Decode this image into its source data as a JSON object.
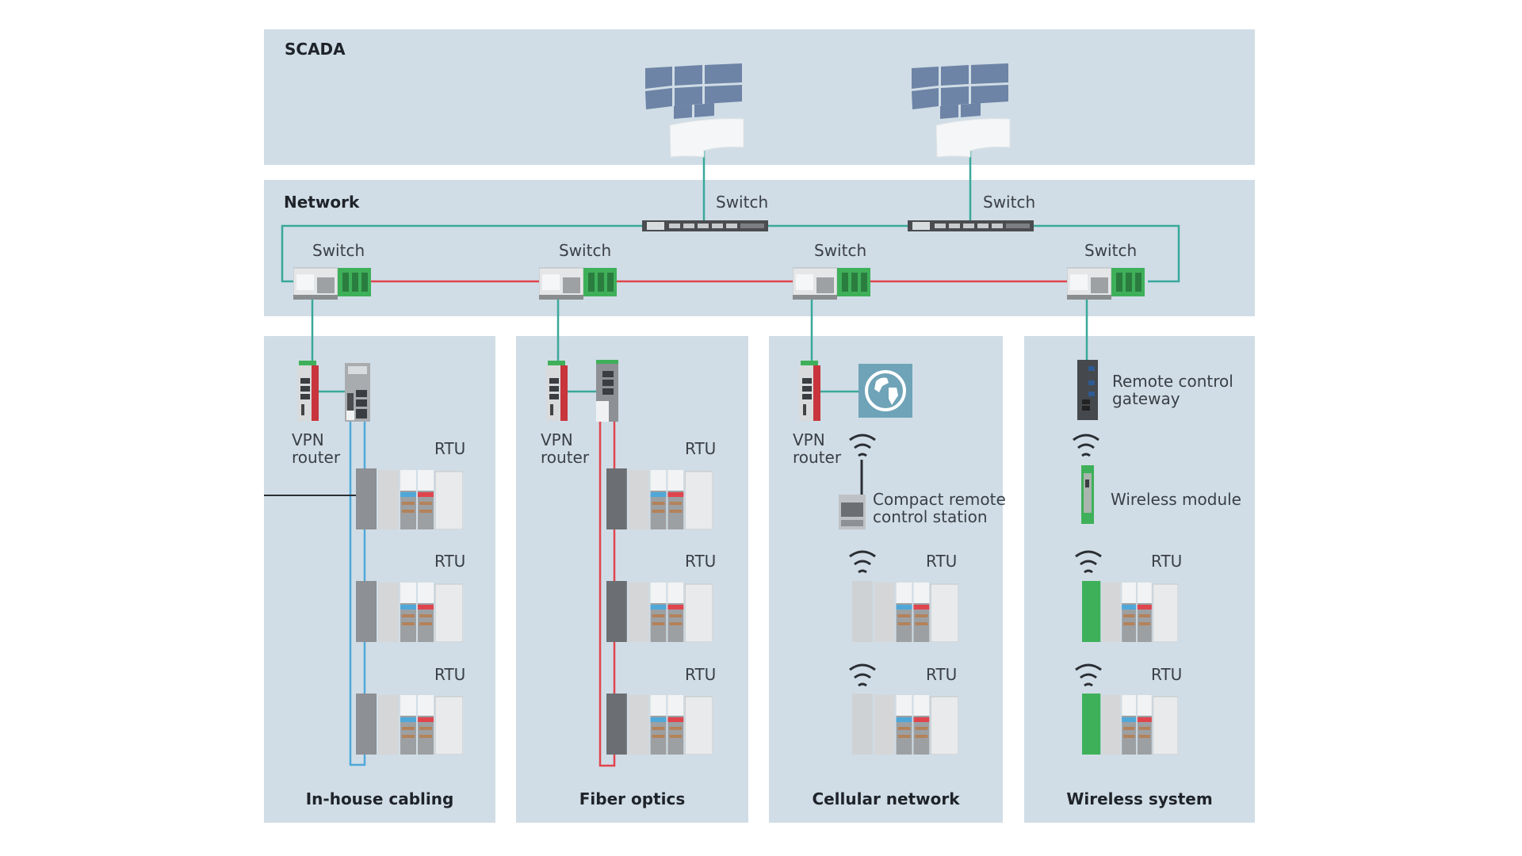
{
  "sections": {
    "scada": {
      "title": "SCADA"
    },
    "network": {
      "title": "Network"
    }
  },
  "network": {
    "core_switches": [
      {
        "label": "Switch"
      },
      {
        "label": "Switch"
      }
    ],
    "ring_switches": [
      {
        "label": "Switch"
      },
      {
        "label": "Switch"
      },
      {
        "label": "Switch"
      },
      {
        "label": "Switch"
      }
    ]
  },
  "columns": [
    {
      "title": "In-house cabling",
      "router_label_1": "VPN",
      "router_label_2": "router",
      "rtu_labels": [
        "RTU",
        "RTU",
        "RTU"
      ],
      "cable_color": "#4fa8d8"
    },
    {
      "title": "Fiber optics",
      "router_label_1": "VPN",
      "router_label_2": "router",
      "rtu_labels": [
        "RTU",
        "RTU",
        "RTU"
      ],
      "cable_color": "#e0454d"
    },
    {
      "title": "Cellular network",
      "router_label_1": "VPN",
      "router_label_2": "router",
      "station_label_1": "Compact remote",
      "station_label_2": "control station",
      "rtu_labels": [
        "RTU",
        "RTU"
      ],
      "icon": "globe-icon"
    },
    {
      "title": "Wireless system",
      "gateway_label_1": "Remote control",
      "gateway_label_2": "gateway",
      "module_label": "Wireless module",
      "rtu_labels": [
        "RTU",
        "RTU"
      ]
    }
  ],
  "colors": {
    "panel": "#d0dde6",
    "ethernet": "#3aa89a",
    "ring": "#e0454d",
    "copper": "#4fa8d8",
    "globe_bg": "#6fa3b8",
    "monitor": "#6d84a6"
  }
}
